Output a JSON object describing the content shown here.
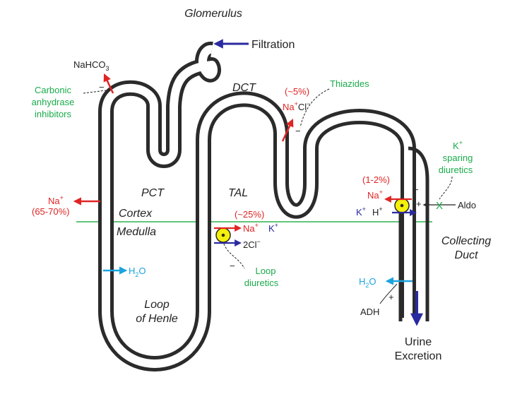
{
  "colors": {
    "tubule": "#2b2b2b",
    "na_red": "#e02424",
    "drug_green": "#1aab4a",
    "water_cyan": "#1ba3e0",
    "ion_blue": "#2a2aa0",
    "pump_yellow": "#f5f00a",
    "boundary_green": "#2bb24c",
    "text_dark": "#222222"
  },
  "segments": {
    "glomerulus": "Glomerulus",
    "pct": "PCT",
    "dct": "DCT",
    "tal": "TAL",
    "loop_line1": "Loop",
    "loop_line2": "of Henle",
    "collecting_line1": "Collecting",
    "collecting_line2": "Duct"
  },
  "regions": {
    "cortex": "Cortex",
    "medulla": "Medulla"
  },
  "filtration": "Filtration",
  "pct_site": {
    "nahco3_base": "NaHCO",
    "nahco3_sub": "3",
    "drug_line1": "Carbonic",
    "drug_line2": "anhydrase",
    "drug_line3": "inhibitors",
    "na_base": "Na",
    "na_sup": "+",
    "percent": "(65-70%)",
    "water_base": "H",
    "water_sub": "2",
    "water_tail": "O"
  },
  "dct_site": {
    "percent": "(~5%)",
    "ion_na": "Na",
    "ion_na_sup": "+",
    "ion_cl": "Cl",
    "ion_cl_sup": "−",
    "drug": "Thiazides",
    "inhibit_sign": "−"
  },
  "tal_site": {
    "percent": "(~25%)",
    "ion_na": "Na",
    "ion_na_sup": "+",
    "ion_k": "K",
    "ion_k_sup": "+",
    "ion_cl": "2Cl",
    "ion_cl_sup": "−",
    "drug_line1": "Loop",
    "drug_line2": "diuretics",
    "inhibit_sign": "−"
  },
  "cd_site": {
    "percent": "(1-2%)",
    "ion_na": "Na",
    "ion_na_sup": "+",
    "ion_k": "K",
    "ion_k_sup": "+",
    "ion_h": "H",
    "ion_h_sup": "+",
    "drug_line1": "K",
    "drug_line1_sup": "+",
    "drug_line2": "sparing",
    "drug_line3": "diuretics",
    "block_mark": "X",
    "aldo": "Aldo",
    "plus_sign": "+",
    "minus_sign": "−",
    "water_base": "H",
    "water_sub": "2",
    "water_tail": "O",
    "adh": "ADH",
    "adh_plus": "+"
  },
  "urine_line1": "Urine",
  "urine_line2": "Excretion"
}
